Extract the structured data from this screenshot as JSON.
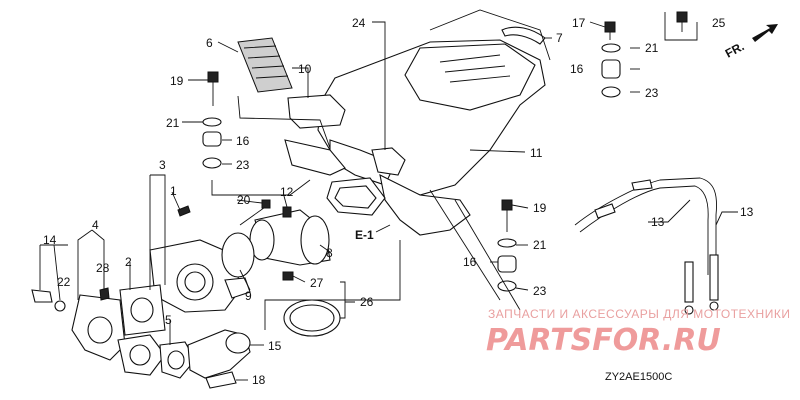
{
  "diagram": {
    "part_labels": [
      "24",
      "6",
      "7",
      "10",
      "17",
      "21",
      "16",
      "23",
      "25",
      "19",
      "21",
      "16",
      "23",
      "11",
      "3",
      "1",
      "20",
      "12",
      "4",
      "2",
      "28",
      "14",
      "22",
      "5",
      "9",
      "8",
      "E-1",
      "19",
      "21",
      "16",
      "23",
      "27",
      "26",
      "15",
      "18",
      "13",
      "13"
    ],
    "front_arrow": "FR.",
    "code": "ZY2AE1500C"
  },
  "watermark": {
    "caption": "ЗАПЧАСТИ И АКСЕССУАРЫ ДЛЯ МОТОТЕХНИКИ",
    "logo_text": "PARTSFOR.RU"
  },
  "colors": {
    "line": "#111111",
    "watermark": "#ef9b9b"
  }
}
